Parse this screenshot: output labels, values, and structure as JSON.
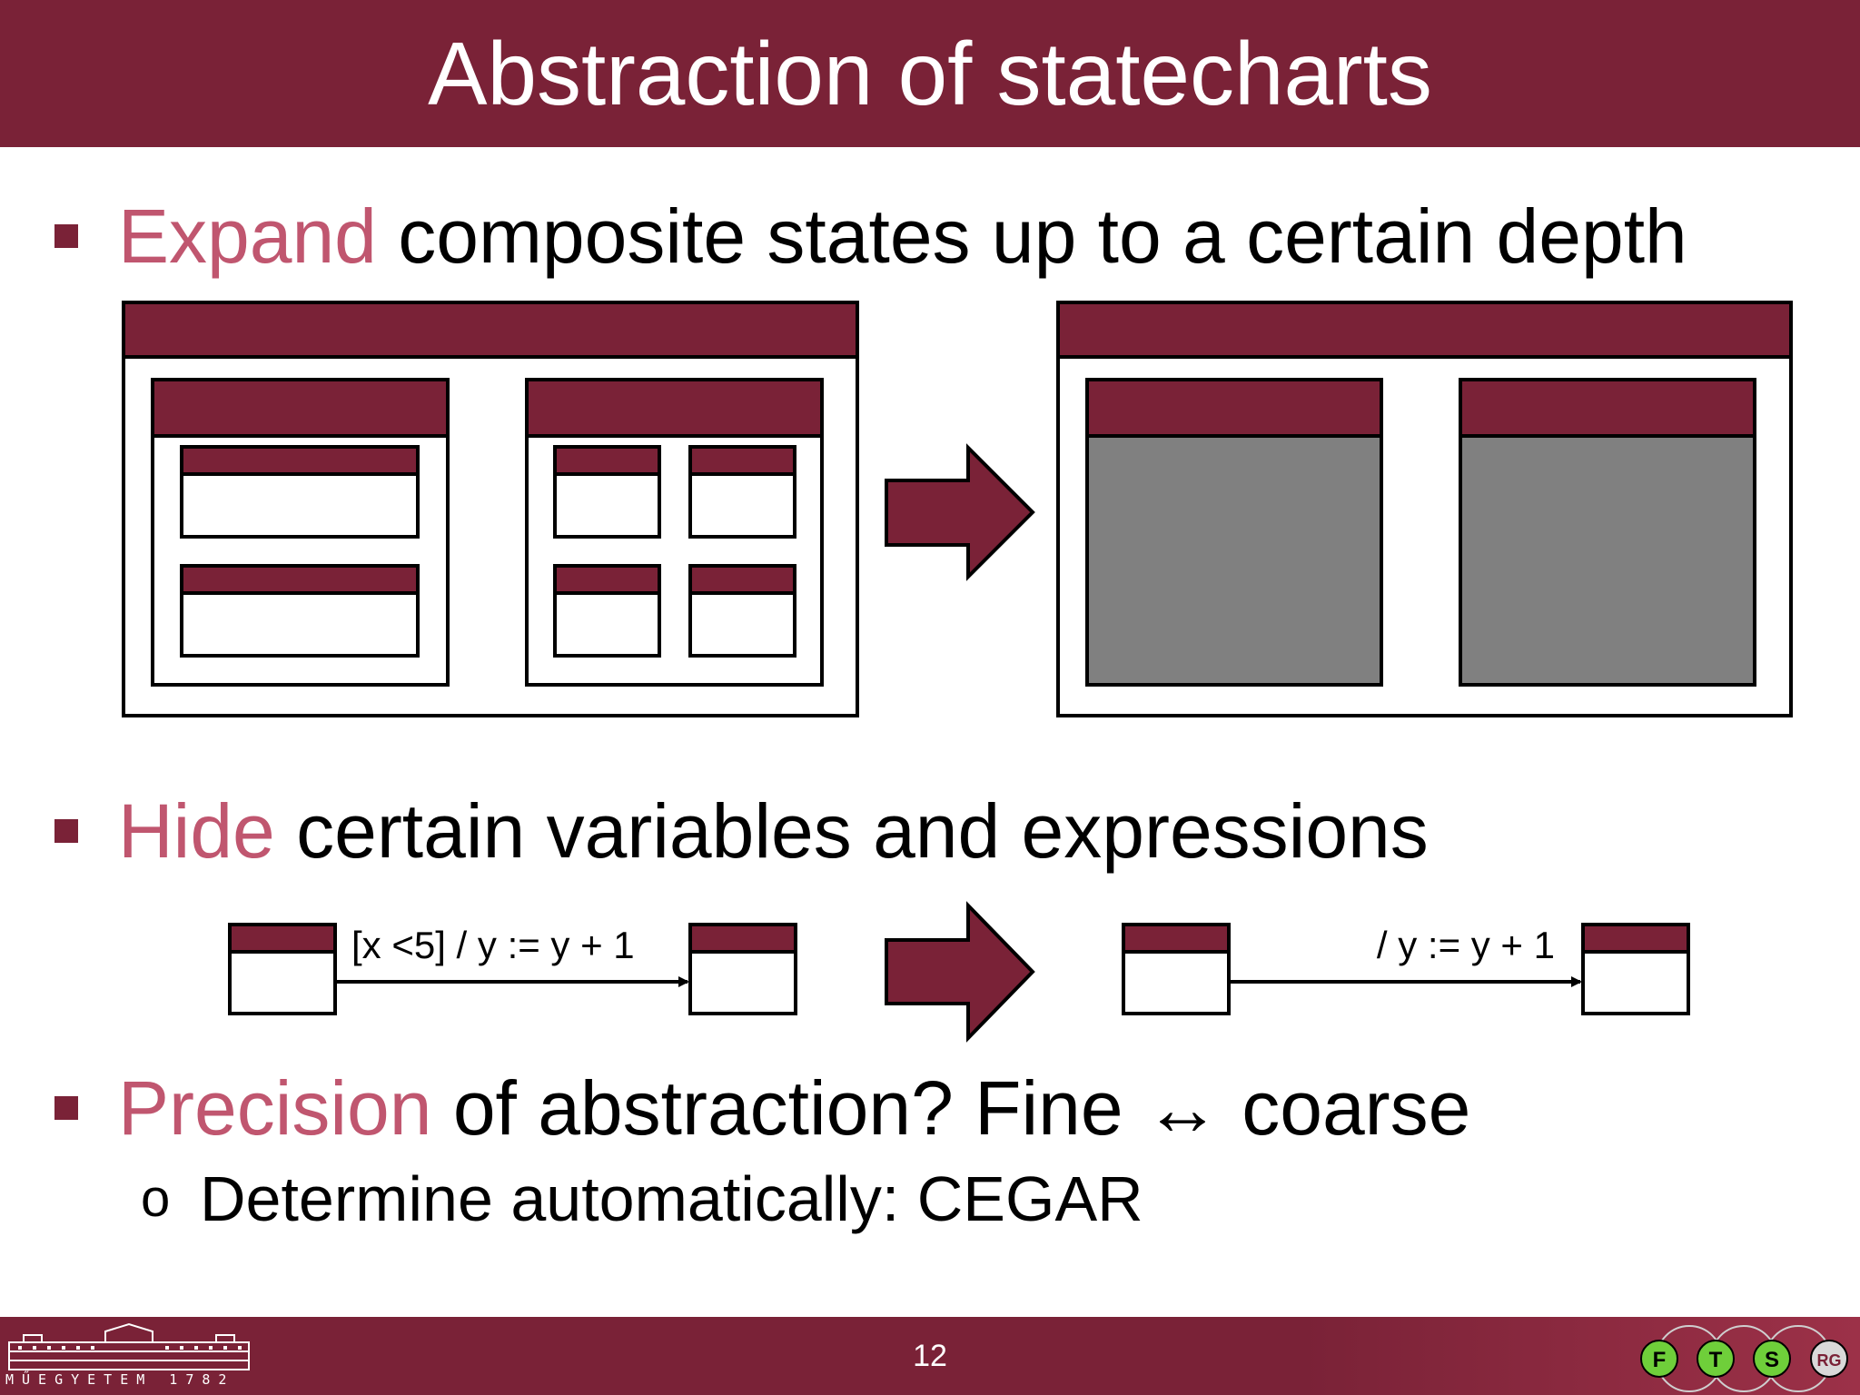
{
  "slide": {
    "title": "Abstraction of statecharts",
    "page_number": "12"
  },
  "bullets": [
    {
      "keyword": "Expand",
      "rest": " composite states up to a certain depth"
    },
    {
      "keyword": "Hide",
      "rest": " certain variables and expressions"
    },
    {
      "keyword": "Precision",
      "rest": " of abstraction? Fine ↔ coarse"
    }
  ],
  "sub_bullet": {
    "marker": "o",
    "text": "Determine automatically: CEGAR"
  },
  "diagram2": {
    "before_label": "[x <5] / y := y + 1",
    "after_label": "/ y := y + 1"
  },
  "footer": {
    "left_logo_caption": "MŰEGYETEM 1782",
    "right_logo_letters": [
      "F",
      "T",
      "S",
      "RG"
    ]
  },
  "colors": {
    "accent": "#7a2237",
    "keyword": "#c0566f",
    "abstracted_fill": "#808080"
  }
}
